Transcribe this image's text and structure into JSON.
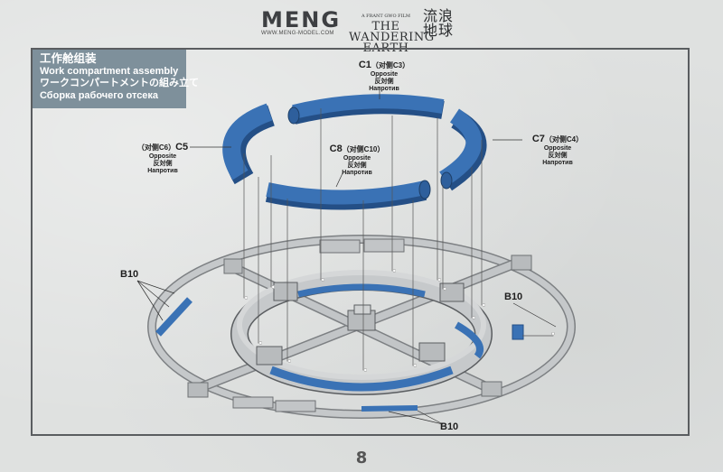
{
  "header": {
    "meng_logo": "MENG",
    "meng_url": "WWW.MENG-MODEL.COM",
    "film_tiny": "A FRANT GWO FILM",
    "film_title_line1": "THE WANDERING",
    "film_title_line2": "EARTH",
    "film_cn_line1": "流浪",
    "film_cn_line2": "地球"
  },
  "title": {
    "cn": "工作舱组装",
    "en": "Work compartment assembly",
    "jp": "ワークコンパートメントの組み立て",
    "ru": "Сборка рабочего отсека"
  },
  "labels": {
    "c1": {
      "part": "C1",
      "opposite": "（对侧C3）",
      "en": "Opposite",
      "jp": "反対側",
      "ru": "Напротив"
    },
    "c5": {
      "part": "C5",
      "opposite": "（对侧C6）",
      "en": "Opposite",
      "jp": "反対側",
      "ru": "Напротив"
    },
    "c8": {
      "part": "C8",
      "opposite": "（对侧C10）",
      "en": "Opposite",
      "jp": "反対側",
      "ru": "Напротив"
    },
    "c7": {
      "part": "C7",
      "opposite": "（对侧C4）",
      "en": "Opposite",
      "jp": "反対側",
      "ru": "Напротив"
    },
    "b10_left": "B10",
    "b10_right": "B10",
    "b10_bottom": "B10"
  },
  "colors": {
    "blue_part": "#3a72b5",
    "blue_dark": "#244f86",
    "grey_part": "#b9bcbe",
    "grey_dark": "#8a8d90",
    "title_bg": "#7e909b"
  },
  "page_number": "8"
}
